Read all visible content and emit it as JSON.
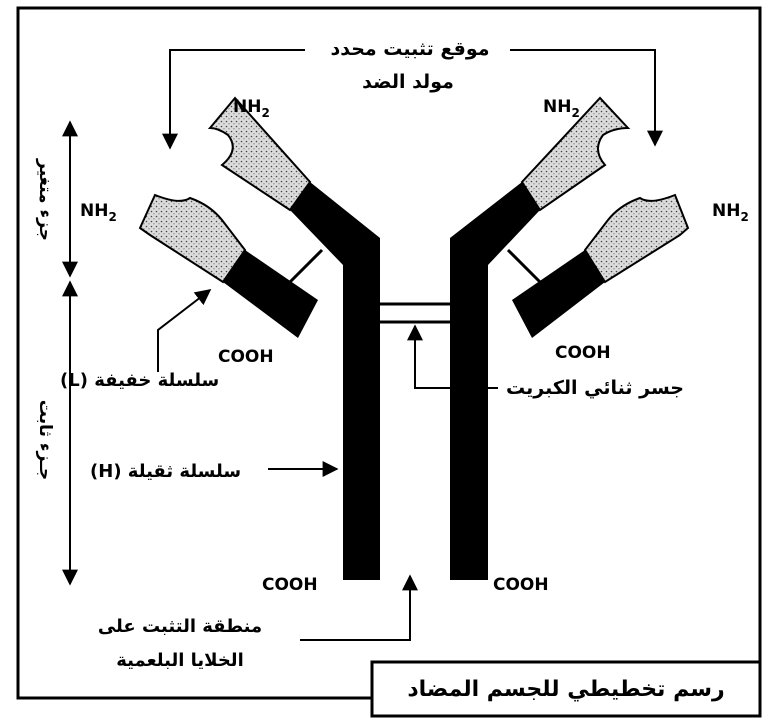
{
  "labels": {
    "binding_site_line1": "موقع تثبيت محدد",
    "binding_site_line2": "مولد الضد",
    "nh2": "NH",
    "nh2_sub": "2",
    "cooh": "COOH",
    "variable_part": "جزء متغير",
    "constant_part": "جـزء ثابت",
    "light_chain": "سلسلة خفيفة (L)",
    "heavy_chain": "سلسلة ثقيلة (H)",
    "disulfide_bridge": "جسر ثنائي الكبريت",
    "phagocyte_line1": "منطقة التثبت على",
    "phagocyte_line2": "الخلايا البلعمية",
    "caption": "رسم تخطيطي للجسم المضاد"
  },
  "colors": {
    "constant": "#000000",
    "variable_fill": "#d9d9d9",
    "frame": "#000000",
    "background": "#ffffff"
  }
}
